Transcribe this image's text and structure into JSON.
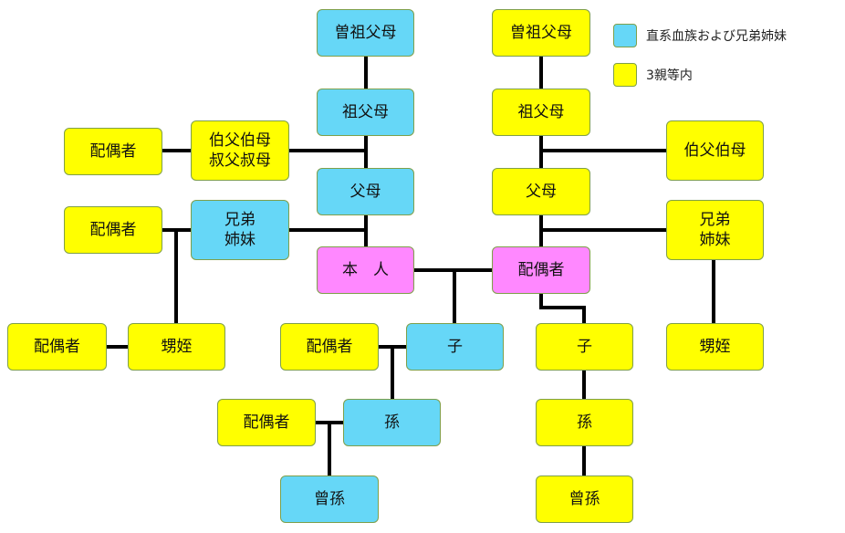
{
  "colors": {
    "direct": "#66d7f7",
    "third": "#ffff00",
    "self": "#ff88ff",
    "line": "#000000"
  },
  "legend": [
    {
      "label": "直系血族および兄弟姉妹",
      "color": "direct"
    },
    {
      "label": "3親等内",
      "color": "third"
    }
  ],
  "nodes": {
    "great_grandparents_left": {
      "label": "曽祖父母",
      "color": "direct"
    },
    "grandparents_left": {
      "label": "祖父母",
      "color": "direct"
    },
    "parents_left": {
      "label": "父母",
      "color": "direct"
    },
    "self": {
      "label": "本　人",
      "color": "self"
    },
    "uncles_aunts_left": {
      "label": "伯父伯母\n叔父叔母",
      "color": "third"
    },
    "uncles_aunts_spouse_left": {
      "label": "配偶者",
      "color": "third"
    },
    "siblings_left": {
      "label": "兄弟\n姉妹",
      "color": "direct"
    },
    "siblings_spouse_left": {
      "label": "配偶者",
      "color": "third"
    },
    "nephews_left": {
      "label": "甥姪",
      "color": "third"
    },
    "nephews_spouse_left": {
      "label": "配偶者",
      "color": "third"
    },
    "child_left": {
      "label": "子",
      "color": "direct"
    },
    "child_spouse_left": {
      "label": "配偶者",
      "color": "third"
    },
    "grandchild_left": {
      "label": "孫",
      "color": "direct"
    },
    "grandchild_spouse_left": {
      "label": "配偶者",
      "color": "third"
    },
    "great_grandchild_left": {
      "label": "曾孫",
      "color": "direct"
    },
    "great_grandparents_right": {
      "label": "曽祖父母",
      "color": "third"
    },
    "grandparents_right": {
      "label": "祖父母",
      "color": "third"
    },
    "parents_right": {
      "label": "父母",
      "color": "third"
    },
    "spouse": {
      "label": "配偶者",
      "color": "self"
    },
    "uncles_aunts_right": {
      "label": "伯父伯母",
      "color": "third"
    },
    "siblings_right": {
      "label": "兄弟\n姉妹",
      "color": "third"
    },
    "nephews_right": {
      "label": "甥姪",
      "color": "third"
    },
    "child_right": {
      "label": "子",
      "color": "third"
    },
    "grandchild_right": {
      "label": "孫",
      "color": "third"
    },
    "great_grandchild_right": {
      "label": "曾孫",
      "color": "third"
    }
  }
}
